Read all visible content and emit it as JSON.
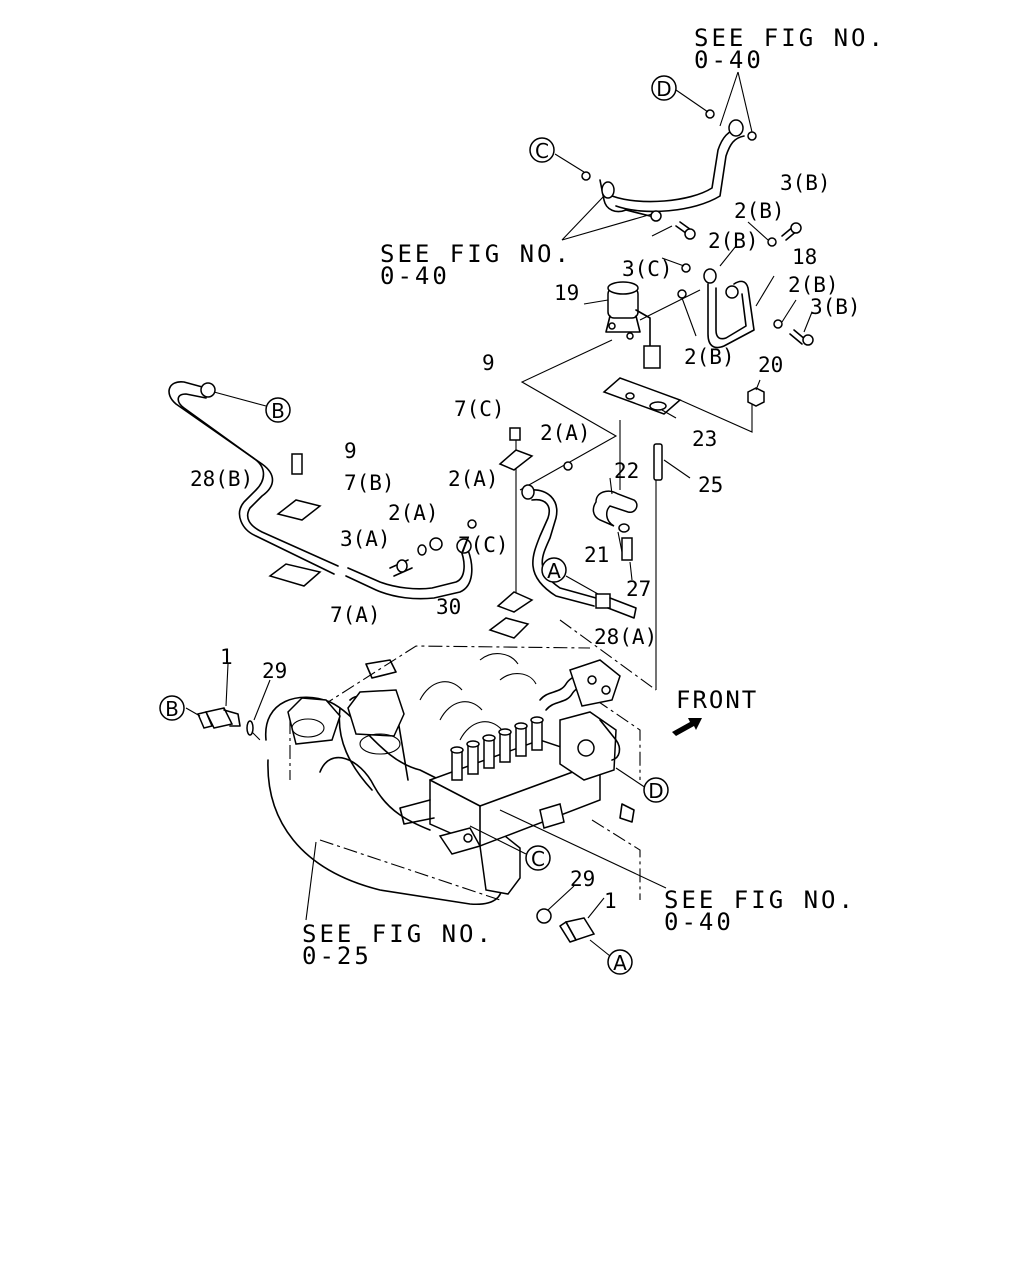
{
  "references": {
    "see_top_right_1": "SEE FIG NO.",
    "see_top_right_2": "0-40",
    "see_upper_left_1": "SEE FIG NO.",
    "see_upper_left_2": "0-40",
    "see_lower_right_1": "SEE FIG NO.",
    "see_lower_right_2": "0-40",
    "see_lower_left_1": "SEE FIG NO.",
    "see_lower_left_2": "0-25"
  },
  "callouts": {
    "d_top": "D",
    "c_top": "C",
    "b_pipe": "B",
    "a_pipe": "A",
    "b_sensor": "B",
    "d_engine": "D",
    "c_engine": "C",
    "a_sensor": "A"
  },
  "part_labels": {
    "p3b_top": "3(B)",
    "p2b_a": "2(B)",
    "p2b_b": "2(B)",
    "p3c": "3(C)",
    "p18": "18",
    "p19": "19",
    "p2b_c": "2(B)",
    "p3b_right": "3(B)",
    "p2b_d": "2(B)",
    "p20": "20",
    "p9_top": "9",
    "p7c_top": "7(C)",
    "p2a_top": "2(A)",
    "p23": "23",
    "p25": "25",
    "p22": "22",
    "p21": "21",
    "p27": "27",
    "p28b": "28(B)",
    "p9_left": "9",
    "p7b": "7(B)",
    "p2a_mid": "2(A)",
    "p2a_left": "2(A)",
    "p3a": "3(A)",
    "p7c_mid": "7(C)",
    "p7a": "7(A)",
    "p30": "30",
    "p28a": "28(A)",
    "p1_left": "1",
    "p29_left": "29",
    "p29_right": "29",
    "p1_right": "1"
  },
  "front_label": "FRONT"
}
